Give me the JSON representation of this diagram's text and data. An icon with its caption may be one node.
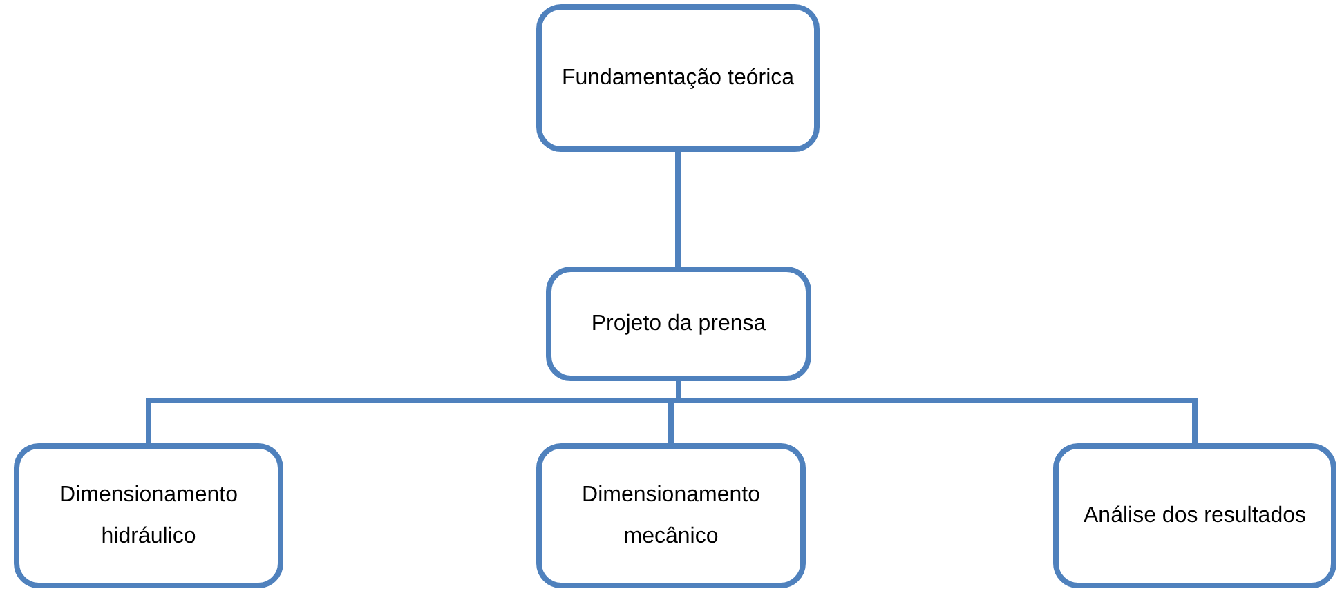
{
  "diagram": {
    "nodes": [
      {
        "text": [
          "Fundamentação teórica"
        ]
      },
      {
        "text": [
          "Projeto da prensa"
        ]
      },
      {
        "text": [
          "Dimensionamento hidráulico"
        ]
      },
      {
        "text": [
          "Dimensionamento mecânico"
        ]
      },
      {
        "text": [
          "Análise dos resultados"
        ]
      }
    ],
    "edges": [
      {
        "from": 0,
        "to": 1,
        "arrow": "none"
      },
      {
        "from": 1,
        "to": 2,
        "arrow": "none"
      },
      {
        "from": 1,
        "to": 3,
        "arrow": "none"
      },
      {
        "from": 1,
        "to": 4,
        "arrow": "none"
      }
    ]
  }
}
